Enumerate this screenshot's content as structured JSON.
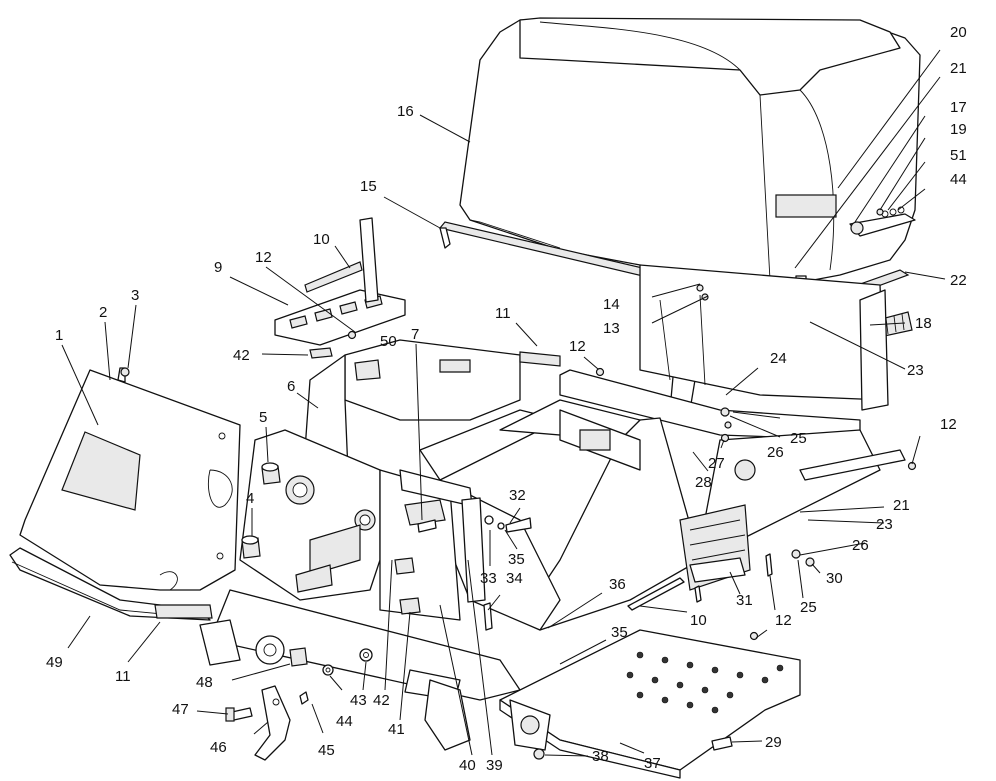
{
  "diagram": {
    "type": "exploded-parts-view",
    "callouts": [
      {
        "id": "c1",
        "label": "1"
      },
      {
        "id": "c2",
        "label": "2"
      },
      {
        "id": "c3",
        "label": "3"
      },
      {
        "id": "c4",
        "label": "4"
      },
      {
        "id": "c5",
        "label": "5"
      },
      {
        "id": "c6",
        "label": "6"
      },
      {
        "id": "c7",
        "label": "7"
      },
      {
        "id": "c9",
        "label": "9"
      },
      {
        "id": "c10a",
        "label": "10"
      },
      {
        "id": "c10b",
        "label": "10"
      },
      {
        "id": "c11a",
        "label": "11"
      },
      {
        "id": "c11b",
        "label": "11"
      },
      {
        "id": "c12a",
        "label": "12"
      },
      {
        "id": "c12b",
        "label": "12"
      },
      {
        "id": "c12c",
        "label": "12"
      },
      {
        "id": "c12d",
        "label": "12"
      },
      {
        "id": "c13",
        "label": "13"
      },
      {
        "id": "c14",
        "label": "14"
      },
      {
        "id": "c15",
        "label": "15"
      },
      {
        "id": "c16",
        "label": "16"
      },
      {
        "id": "c17",
        "label": "17"
      },
      {
        "id": "c18",
        "label": "18"
      },
      {
        "id": "c19",
        "label": "19"
      },
      {
        "id": "c20",
        "label": "20"
      },
      {
        "id": "c21a",
        "label": "21"
      },
      {
        "id": "c21b",
        "label": "21"
      },
      {
        "id": "c22",
        "label": "22"
      },
      {
        "id": "c23a",
        "label": "23"
      },
      {
        "id": "c23b",
        "label": "23"
      },
      {
        "id": "c24",
        "label": "24"
      },
      {
        "id": "c25a",
        "label": "25"
      },
      {
        "id": "c25b",
        "label": "25"
      },
      {
        "id": "c26a",
        "label": "26"
      },
      {
        "id": "c26b",
        "label": "26"
      },
      {
        "id": "c27",
        "label": "27"
      },
      {
        "id": "c28",
        "label": "28"
      },
      {
        "id": "c29",
        "label": "29"
      },
      {
        "id": "c30",
        "label": "30"
      },
      {
        "id": "c31",
        "label": "31"
      },
      {
        "id": "c32",
        "label": "32"
      },
      {
        "id": "c33",
        "label": "33"
      },
      {
        "id": "c34",
        "label": "34"
      },
      {
        "id": "c35a",
        "label": "35"
      },
      {
        "id": "c35b",
        "label": "35"
      },
      {
        "id": "c36",
        "label": "36"
      },
      {
        "id": "c37",
        "label": "37"
      },
      {
        "id": "c38",
        "label": "38"
      },
      {
        "id": "c39",
        "label": "39"
      },
      {
        "id": "c40",
        "label": "40"
      },
      {
        "id": "c41",
        "label": "41"
      },
      {
        "id": "c42a",
        "label": "42"
      },
      {
        "id": "c42b",
        "label": "42"
      },
      {
        "id": "c43",
        "label": "43"
      },
      {
        "id": "c44a",
        "label": "44"
      },
      {
        "id": "c44b",
        "label": "44"
      },
      {
        "id": "c45",
        "label": "45"
      },
      {
        "id": "c46",
        "label": "46"
      },
      {
        "id": "c47",
        "label": "47"
      },
      {
        "id": "c48",
        "label": "48"
      },
      {
        "id": "c49",
        "label": "49"
      },
      {
        "id": "c50",
        "label": "50"
      },
      {
        "id": "c51",
        "label": "51"
      }
    ]
  }
}
